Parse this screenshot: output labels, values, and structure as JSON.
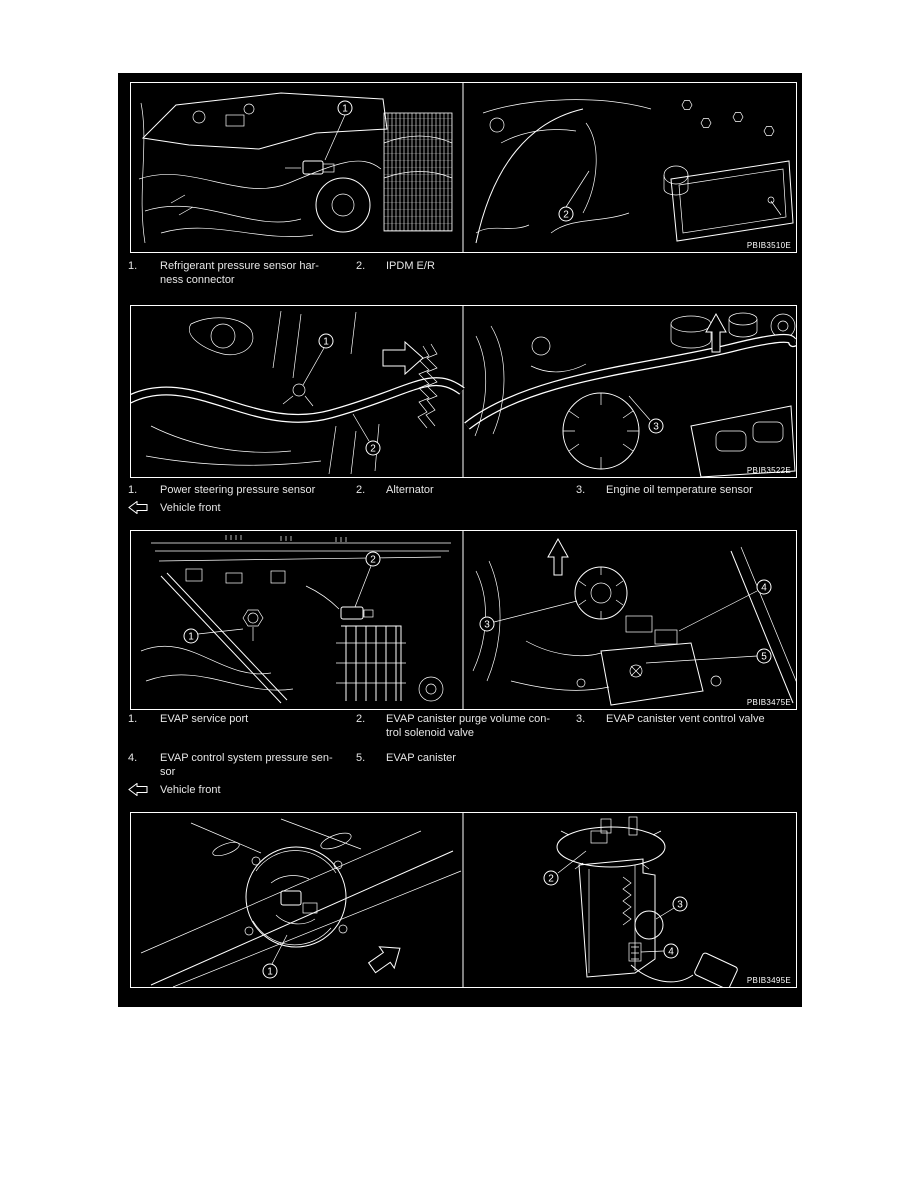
{
  "figure": {
    "background": "#000000",
    "line_color": "#ffffff",
    "text_color": "#e6e6e6"
  },
  "panels": [
    {
      "title": "refrigerant pressure sensor / IPDM E/R locations",
      "code": "PBIB3510E",
      "callouts": {
        "c1": "1",
        "c2": "2"
      },
      "caption": {
        "item1_num": "1.",
        "item1_line1": "Refrigerant pressure sensor har-",
        "item1_line2": "ness connector",
        "item2_num": "2.",
        "item2_line1": "IPDM E/R"
      }
    },
    {
      "title": "power steering pressure sensor / alternator / engine oil temperature sensor locations",
      "code": "PBIB3522E",
      "callouts": {
        "c1": "1",
        "c2": "2",
        "c3": "3"
      },
      "caption": {
        "item1_num": "1.",
        "item1_line1": "Power steering pressure sensor",
        "item2_num": "2.",
        "item2_line1": "Alternator",
        "item3_num": "3.",
        "item3_line1": "Engine oil temperature sensor"
      },
      "vehicle_front": "Vehicle front"
    },
    {
      "title": "EVAP component locations",
      "code": "PBIB3475E",
      "callouts": {
        "c1": "1",
        "c2": "2",
        "c3": "3",
        "c4": "4",
        "c5": "5"
      },
      "caption": {
        "item1_num": "1.",
        "item1_line1": "EVAP service port",
        "item2_num": "2.",
        "item2_line1": "EVAP canister purge volume con-",
        "item2_line2": "trol solenoid valve",
        "item3_num": "3.",
        "item3_line1": "EVAP canister vent control valve",
        "item4_num": "4.",
        "item4_line1": "EVAP control system pressure sen-",
        "item4_line2": "sor",
        "item5_num": "5.",
        "item5_line1": "EVAP canister"
      },
      "vehicle_front": "Vehicle front"
    },
    {
      "title": "fuel pump module locations",
      "code": "PBIB3495E",
      "callouts": {
        "c1": "1",
        "c2": "2",
        "c3": "3",
        "c4": "4"
      }
    }
  ]
}
